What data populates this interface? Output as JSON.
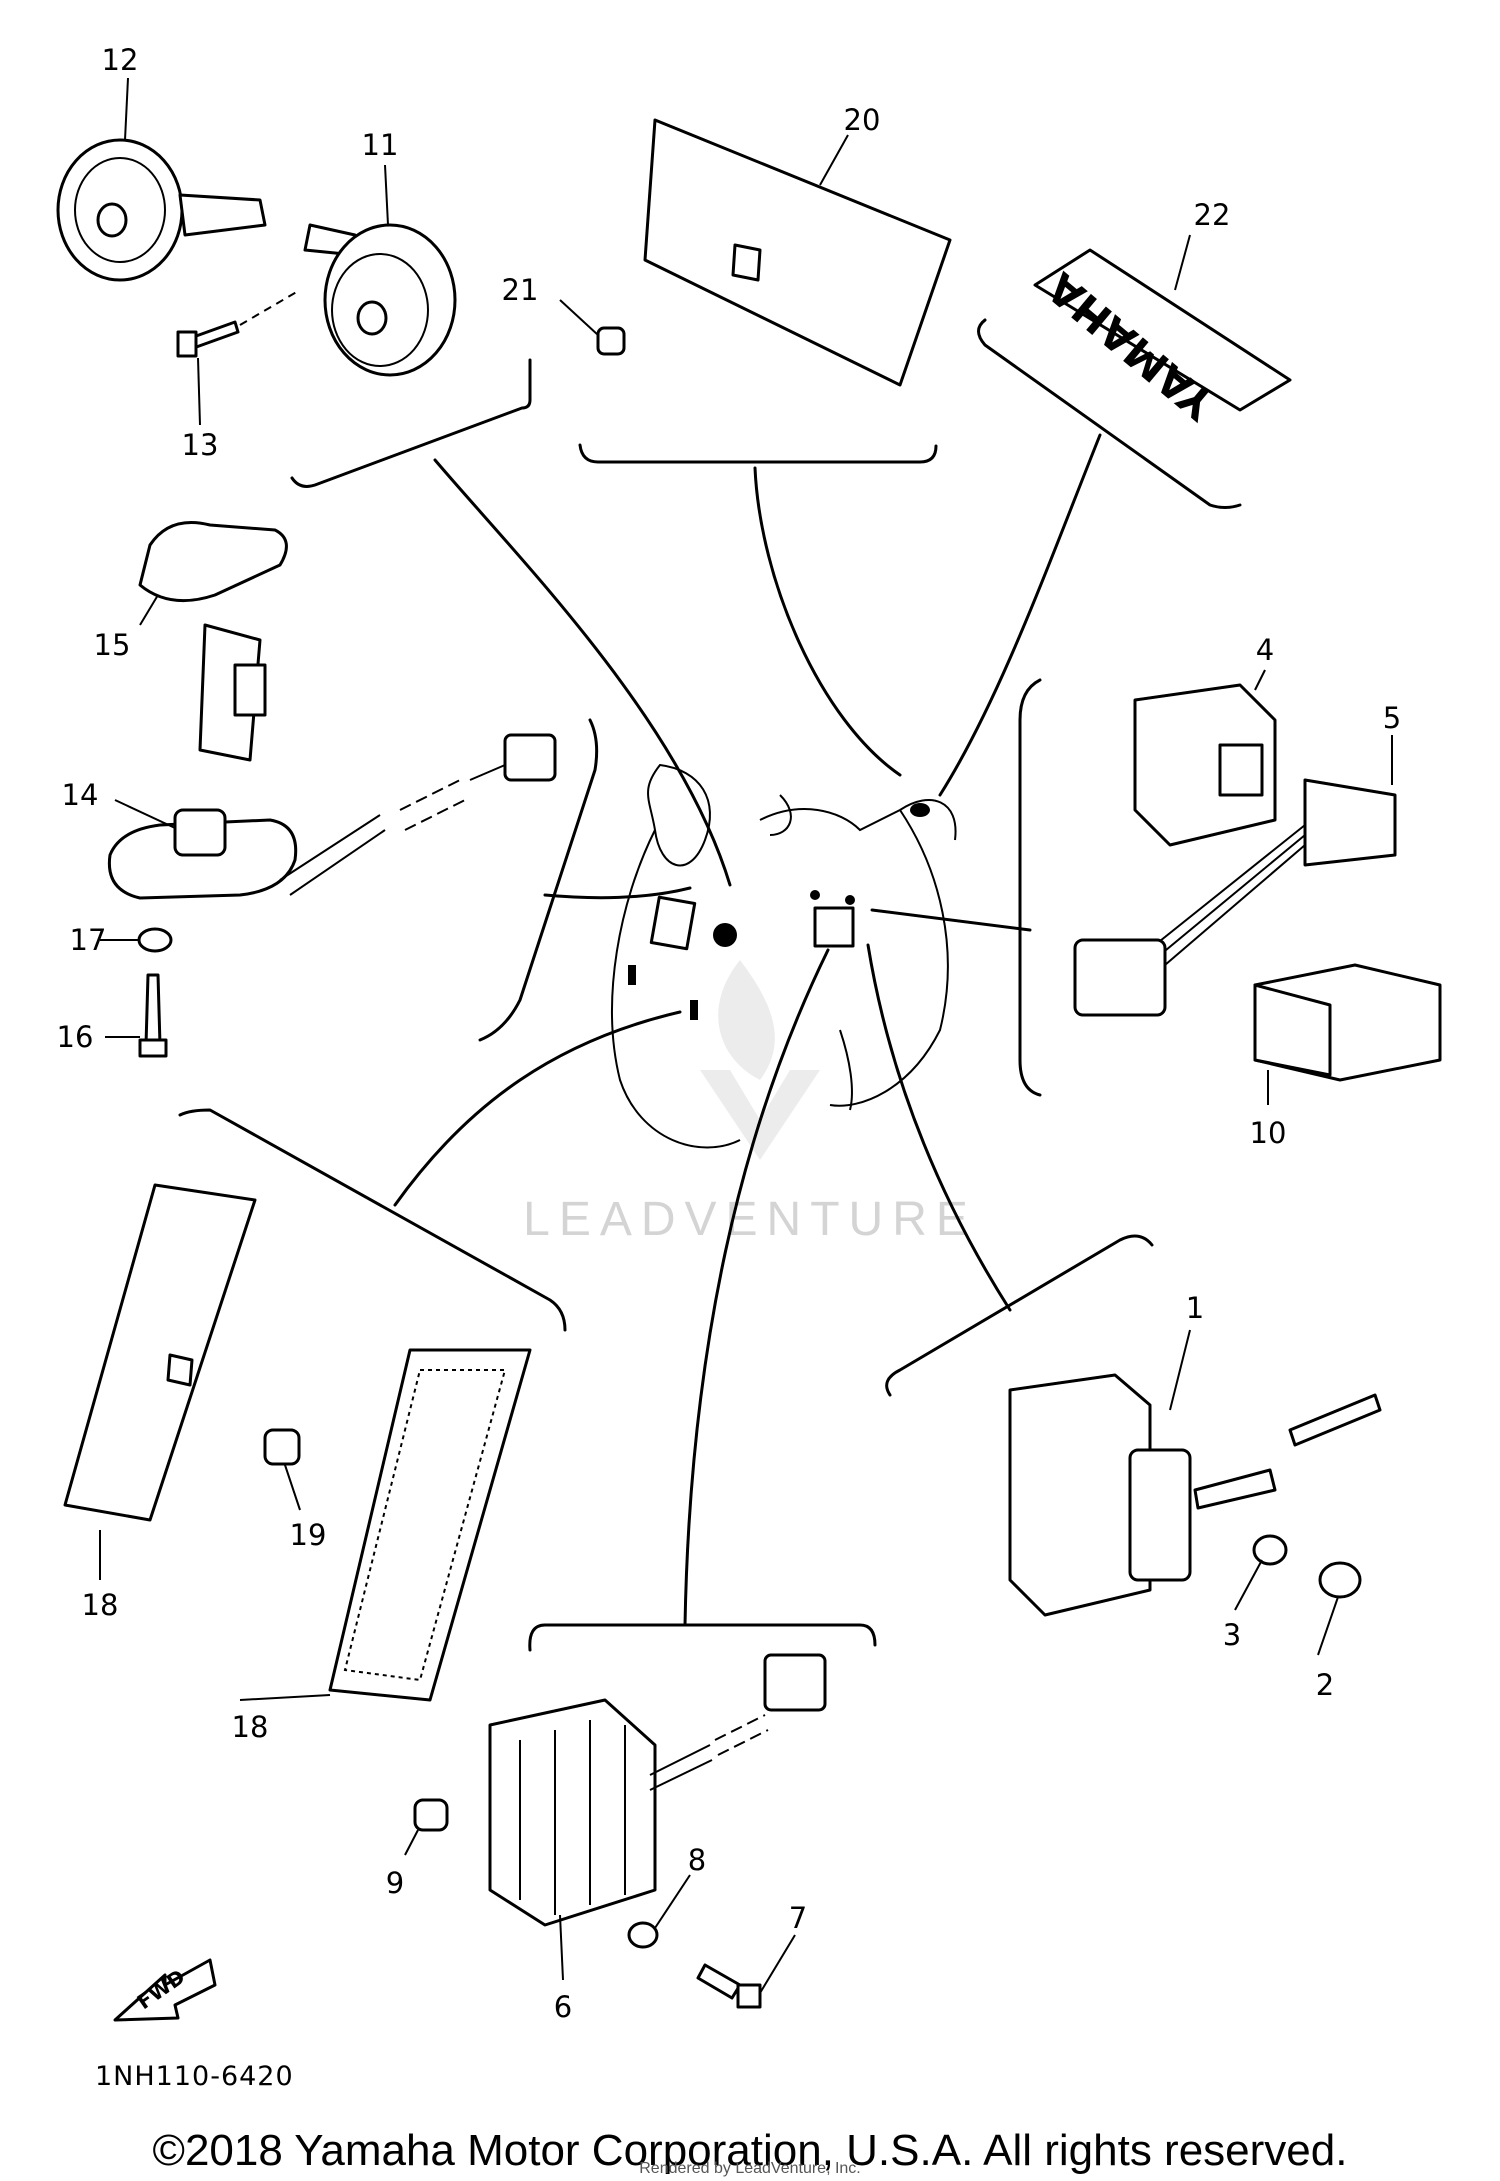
{
  "diagram": {
    "callouts": [
      "12",
      "11",
      "13",
      "21",
      "20",
      "22",
      "15",
      "14",
      "17",
      "16",
      "4",
      "5",
      "10",
      "18",
      "19",
      "18",
      "1",
      "3",
      "2",
      "9",
      "8",
      "7",
      "6"
    ],
    "part_code": "1NH110-6420",
    "watermark": "LEADVENTURE",
    "fwd_label": "FWD",
    "decal_text": "YAMAHA"
  },
  "footer": {
    "copyright": "©2018 Yamaha Motor Corporation, U.S.A. All rights reserved.",
    "rendered_by": "Rendered by LeadVenture, Inc."
  }
}
